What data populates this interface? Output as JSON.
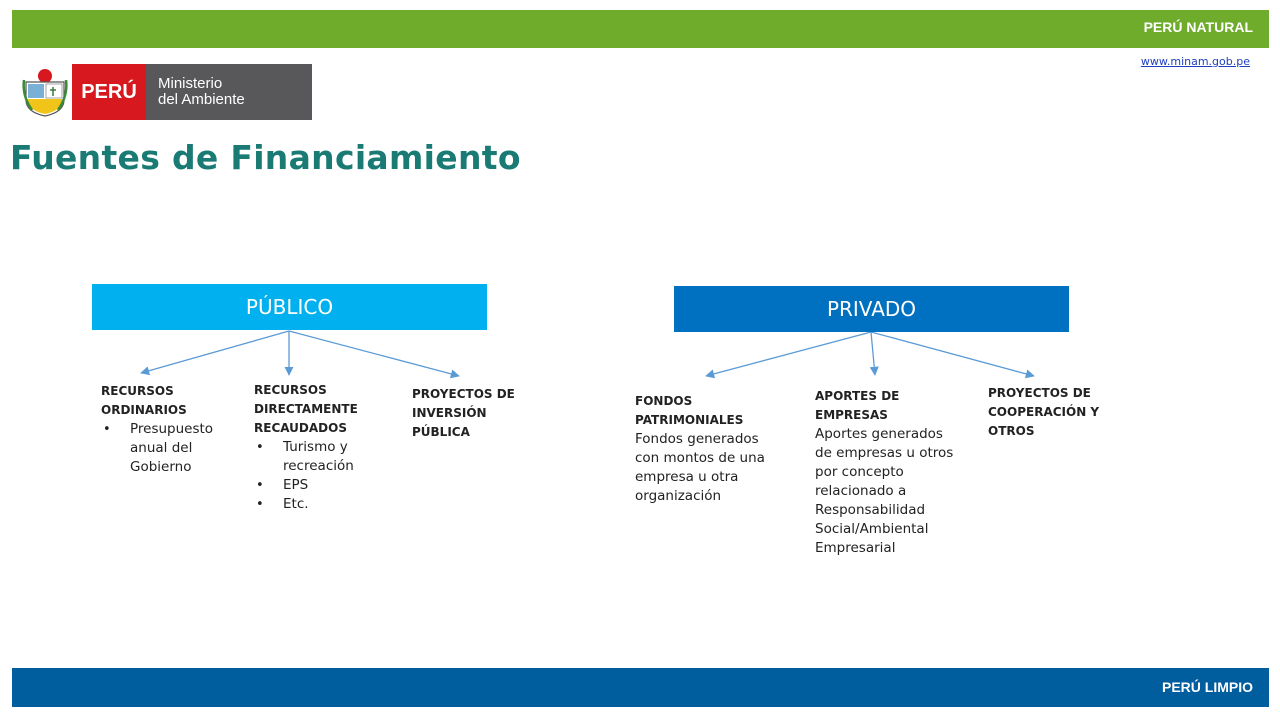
{
  "header": {
    "banner_label": "PERÚ NATURAL",
    "url": "www.minam.gob.pe"
  },
  "logo": {
    "country": "PERÚ",
    "line1": "Ministerio",
    "line2": "del Ambiente"
  },
  "title": "Fuentes de Financiamiento",
  "diagram": {
    "publico": {
      "label": "PÚBLICO",
      "color": "#00b0ef",
      "children": [
        {
          "head": [
            "RECURSOS",
            "ORDINARIOS"
          ],
          "bullets": [
            "Presupuesto anual del Gobierno"
          ]
        },
        {
          "head": [
            "RECURSOS",
            "DIRECTAMENTE",
            "RECAUDADOS"
          ],
          "bullets": [
            "Turismo y recreación",
            "EPS",
            "Etc."
          ]
        },
        {
          "head": [
            "PROYECTOS DE",
            "INVERSIÓN",
            "PÚBLICA"
          ]
        }
      ]
    },
    "privado": {
      "label": "PRIVADO",
      "color": "#0070c0",
      "children": [
        {
          "head": [
            "FONDOS",
            "PATRIMONIALES"
          ],
          "body": "Fondos generados con montos de una empresa u otra organización"
        },
        {
          "head": [
            "APORTES DE",
            "EMPRESAS"
          ],
          "body": "Aportes generados de empresas u otros por concepto relacionado a Responsabilidad Social/Ambiental Empresarial"
        },
        {
          "head": [
            "PROYECTOS DE",
            "COOPERACIÓN Y",
            "OTROS"
          ]
        }
      ]
    }
  },
  "footer": {
    "banner_label": "PERÚ LIMPIO"
  },
  "colors": {
    "green": "#6fac2c",
    "blue_dark": "#005d9e",
    "title": "#1a7a74",
    "arrow": "#5b9bd5"
  }
}
